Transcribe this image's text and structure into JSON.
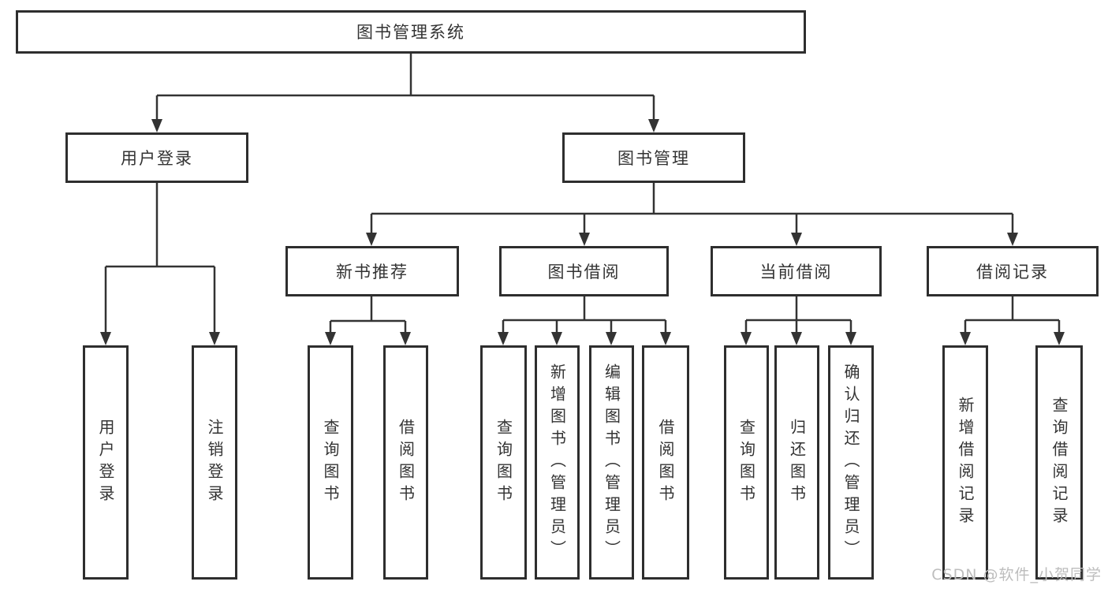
{
  "tree": {
    "root": {
      "label": "图书管理系统"
    },
    "children": [
      {
        "label": "用户登录",
        "children": [
          {
            "label": "用户登录"
          },
          {
            "label": "注销登录"
          }
        ]
      },
      {
        "label": "图书管理",
        "children": [
          {
            "label": "新书推荐",
            "children": [
              {
                "label": "查询图书"
              },
              {
                "label": "借阅图书"
              }
            ]
          },
          {
            "label": "图书借阅",
            "children": [
              {
                "label": "查询图书"
              },
              {
                "label": "新增图书（管理员）"
              },
              {
                "label": "编辑图书（管理员）"
              },
              {
                "label": "借阅图书"
              }
            ]
          },
          {
            "label": "当前借阅",
            "children": [
              {
                "label": "查询图书"
              },
              {
                "label": "归还图书"
              },
              {
                "label": "确认归还（管理员）"
              }
            ]
          },
          {
            "label": "借阅记录",
            "children": [
              {
                "label": "新增借阅记录"
              },
              {
                "label": "查询借阅记录"
              }
            ]
          }
        ]
      }
    ]
  },
  "watermark": {
    "text": "CSDN @软件_小贺同学",
    "color": "#bdbdbd"
  },
  "colors": {
    "line": "#333333",
    "box_border": "#2e2e2e",
    "text": "#333333",
    "background": "#ffffff"
  }
}
